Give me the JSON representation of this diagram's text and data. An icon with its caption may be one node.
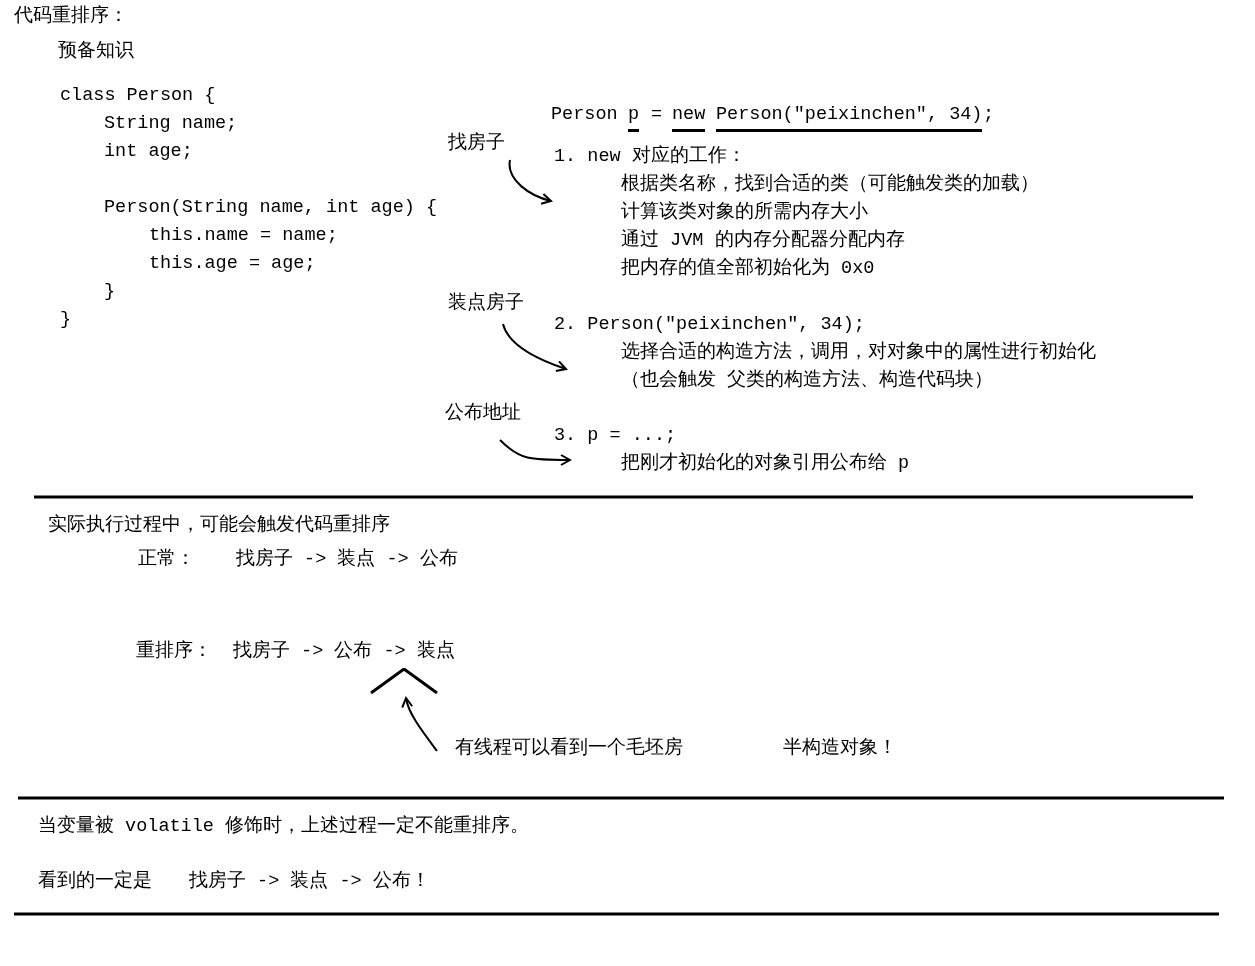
{
  "diagram": {
    "nodes": [
      {
        "text": [
          "找房子"
        ]
      },
      {
        "text": [
          "1. new 对应的工作：",
          "根据类名称，找到合适的类（可能触发类的加载）",
          "计算该类对象的所需内存大小",
          "通过 JVM 的内存分配器分配内存",
          "把内存的值全部初始化为 0x0"
        ]
      },
      {
        "text": [
          "装点房子"
        ]
      },
      {
        "text": [
          "2. Person(\"peixinchen\", 34);",
          "选择合适的构造方法，调用，对对象中的属性进行初始化",
          "（也会触发 父类的构造方法、构造代码块）"
        ]
      },
      {
        "text": [
          "公布地址"
        ]
      },
      {
        "text": [
          "3. p = ...;",
          "把刚才初始化的对象引用公布给 p"
        ]
      },
      {
        "text": [],
        "shape": "caret"
      },
      {
        "text": [
          "有线程可以看到一个毛坯房"
        ]
      }
    ],
    "edges": [
      {
        "from": 0,
        "to": 1,
        "arrow": "to"
      },
      {
        "from": 2,
        "to": 3,
        "arrow": "to"
      },
      {
        "from": 4,
        "to": 5,
        "arrow": "to"
      },
      {
        "from": 7,
        "to": 6,
        "arrow": "to"
      }
    ],
    "labels": [
      "代码重排序：",
      "预备知识",
      "class Person {",
      "String name;",
      "int age;",
      "Person(String name, int age) {",
      "this.name = name;",
      "this.age = age;",
      "}",
      "}",
      "Person",
      "p",
      "=",
      "new",
      "Person(\"peixinchen\", 34)",
      ";",
      "实际执行过程中，可能会触发代码重排序",
      "正常：",
      "找房子 -> 装点 -> 公布",
      "重排序：",
      "找房子 -> 公布 -> 装点",
      "半构造对象！",
      "当变量被 volatile 修饰时，上述过程一定不能重排序。",
      "看到的一定是",
      "找房子 -> 装点 -> 公布！"
    ]
  }
}
